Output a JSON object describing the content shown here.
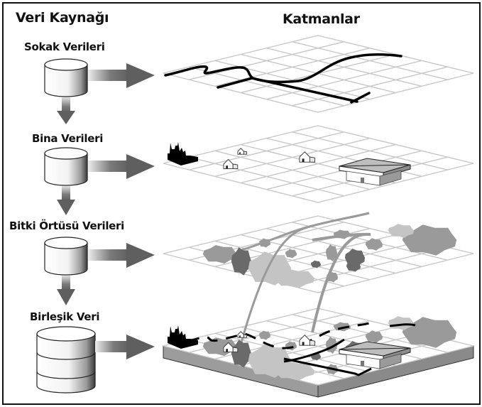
{
  "headers": {
    "sources": "Veri Kaynağı",
    "layers": "Katmanlar"
  },
  "sources": [
    {
      "label": "Sokak Verileri",
      "icon": "database-icon"
    },
    {
      "label": "Bina Verileri",
      "icon": "database-icon"
    },
    {
      "label": "Bitki Örtüsü Verileri",
      "icon": "database-icon"
    },
    {
      "label": "Birleşik Veri",
      "icon": "stacked-database-icon"
    }
  ],
  "layers": [
    {
      "name": "street-layer",
      "content": "streets"
    },
    {
      "name": "building-layer",
      "content": "buildings"
    },
    {
      "name": "vegetation-layer",
      "content": "vegetation"
    },
    {
      "name": "combined-layer",
      "content": "combined"
    }
  ],
  "colors": {
    "text": "#111111",
    "grid": "#c8c8c8",
    "arrow": "#5f5f5f",
    "street": "#000000",
    "veg_dark": "#6a6a6a",
    "veg_mid": "#9a9a9a",
    "veg_light": "#c4c4c4",
    "slab": "#9c9c9c"
  }
}
